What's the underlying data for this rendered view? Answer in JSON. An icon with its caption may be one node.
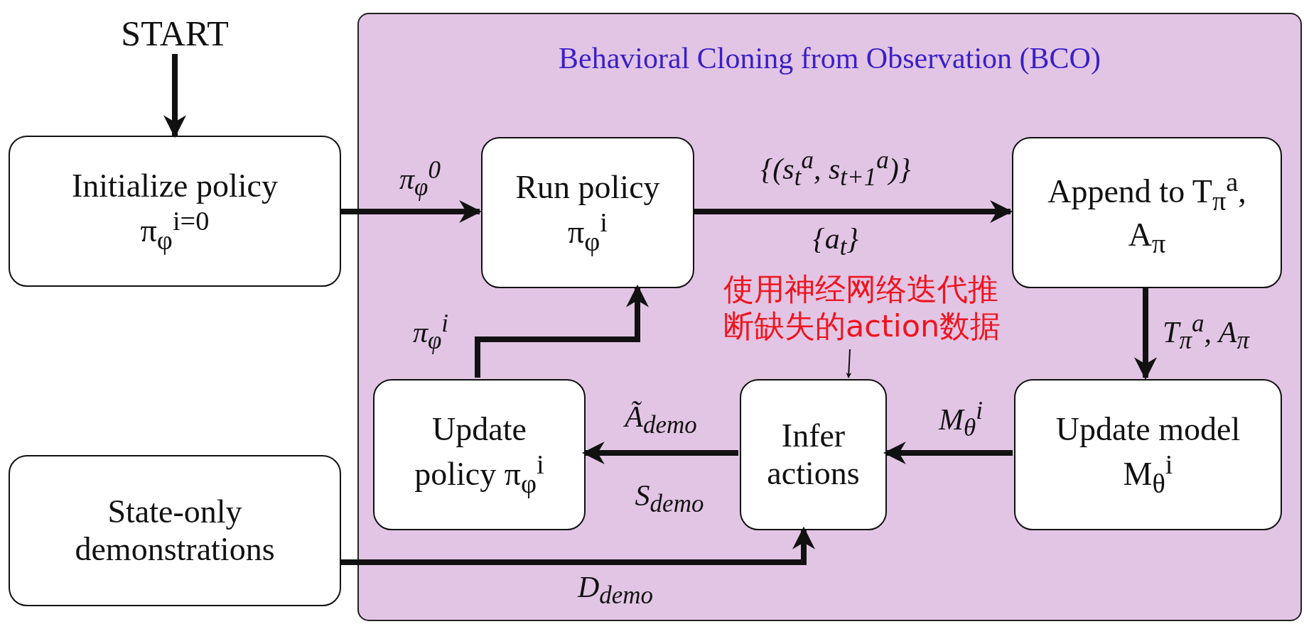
{
  "diagram": {
    "nodes": [
      {
        "text": [
          "START"
        ]
      },
      {
        "text": [
          "Behavioral Cloning from Observation (BCO)"
        ]
      },
      {
        "text": [
          "Initialize policy π$_{φ}$$^{i=0}$"
        ]
      },
      {
        "text": [
          "Run policy π$_{φ}$$^{i}$"
        ],
        "in": 1
      },
      {
        "text": [
          "Append to T$_{π}$$^{a}$, A$_{π}$"
        ],
        "in": 1
      },
      {
        "text": [
          "使用神经网络迭代推断缺失的action数据"
        ],
        "in": 1
      },
      {
        "text": [
          "Update policy π$_{φ}$$^{i}$"
        ],
        "in": 1
      },
      {
        "text": [
          "Infer actions"
        ],
        "in": 1
      },
      {
        "text": [
          "Update model M$_{θ}$$^{i}$"
        ],
        "in": 1
      },
      {
        "text": [
          "State-only demonstrations"
        ]
      }
    ],
    "edges": [
      {
        "from": 0,
        "to": 2,
        "arrow": "to"
      },
      {
        "from": 2,
        "to": 3,
        "arrow": "to",
        "label": "π$_{φ}$$^{0}$"
      },
      {
        "from": 3,
        "to": 4,
        "arrow": "to",
        "label": "{(s$_{t}$$^{a}$, s$_{t+1}$$^{a}$)}"
      },
      {
        "from": 4,
        "to": 8,
        "arrow": "to",
        "label": "T$_{π}$$^{a}$, A$_{π}$"
      },
      {
        "from": 8,
        "to": 7,
        "arrow": "to",
        "label": "M$_{θ}$$^{i}$"
      },
      {
        "from": 7,
        "to": 6,
        "arrow": "to",
        "label": "Ã$_{demo}$"
      },
      {
        "from": 6,
        "to": 3,
        "arrow": "to",
        "label": "π$_{φ}$$^{i}$"
      },
      {
        "from": 9,
        "to": 7,
        "arrow": "to",
        "label": "D$_{demo}$"
      },
      {
        "from": 5,
        "to": 7,
        "arrow": "to"
      }
    ],
    "labels": [
      "{a$_{t}$}",
      "S$_{demo}$"
    ]
  }
}
